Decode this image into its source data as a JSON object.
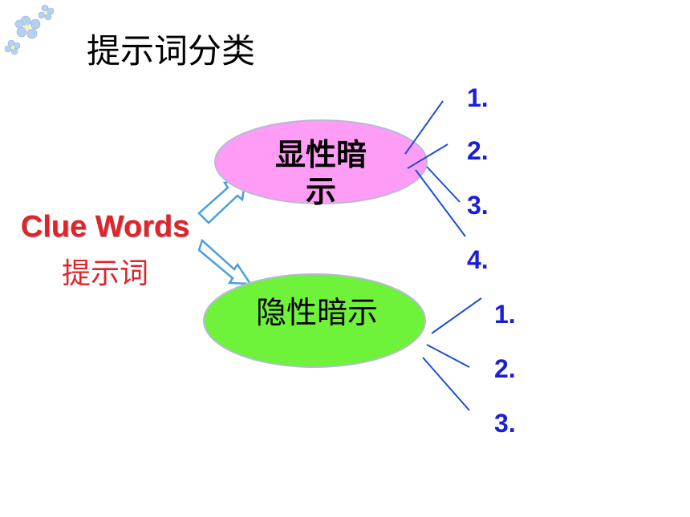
{
  "title": "提示词分类",
  "clue": {
    "en": "Clue Words",
    "cn": "提示词"
  },
  "explicit": {
    "label": "显性暗示",
    "items": [
      "1.",
      "2.",
      "3.",
      "4."
    ]
  },
  "implicit": {
    "label": "隐性暗示",
    "items": [
      "1.",
      "2.",
      "3."
    ]
  },
  "colors": {
    "clue": "#e0242b",
    "explicit_fill": "#ff9cf5",
    "implicit_fill": "#6ef23a",
    "item_text": "#1a1fd6",
    "branch_line": "#1a4fd6"
  }
}
